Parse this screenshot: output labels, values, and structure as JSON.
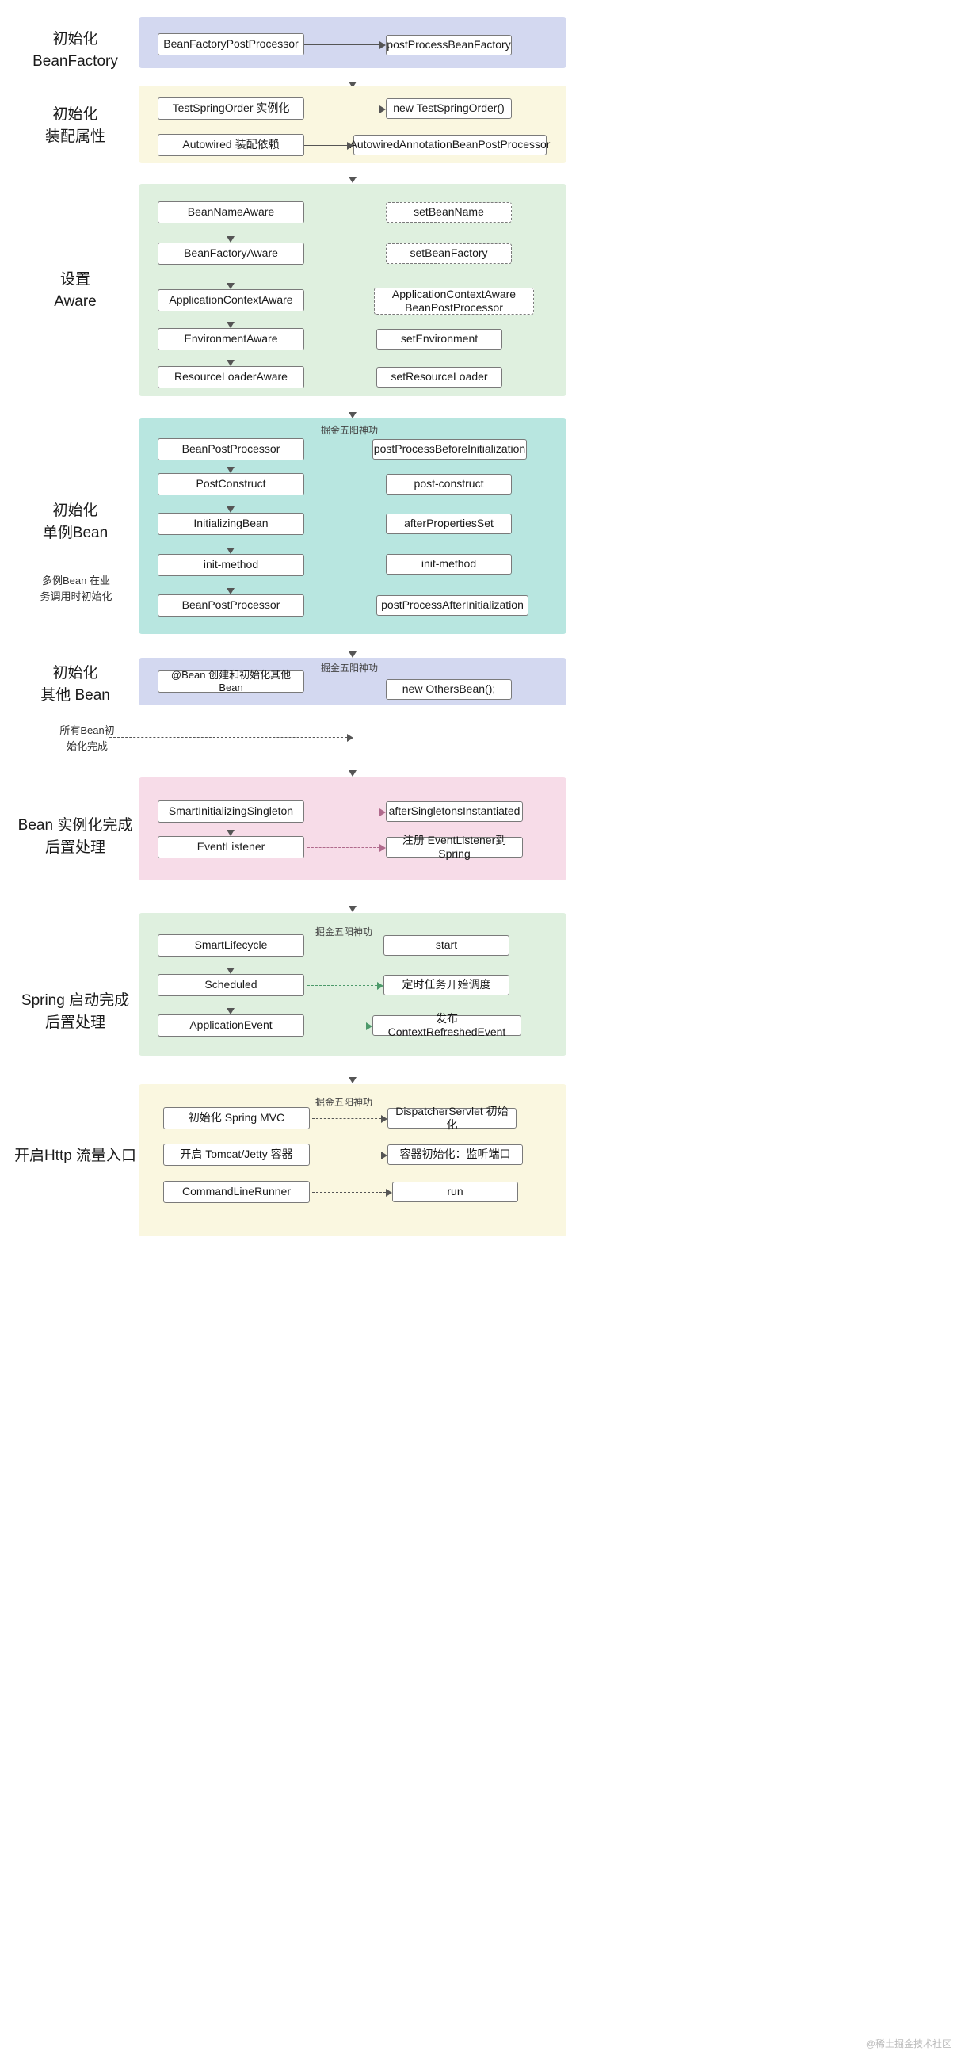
{
  "watermark": "@稀土掘金技术社区",
  "stages": [
    {
      "label": "初始化\nBeanFactory"
    },
    {
      "label": "初始化\n装配属性"
    },
    {
      "label": "设置\nAware"
    },
    {
      "label": "初始化\n单例Bean",
      "sub": "多例Bean 在业\n务调用时初始化"
    },
    {
      "label": "初始化\n其他 Bean"
    },
    {
      "label": "Bean 实例化完成\n后置处理"
    },
    {
      "label": "Spring 启动完成\n后置处理"
    },
    {
      "label": "开启Http 流量入口"
    }
  ],
  "notes": {
    "all_beans_done": "所有Bean初\n始化完成",
    "wugong_1": "掘金五阳神功",
    "wugong_2": "掘金五阳神功",
    "wugong_3": "掘金五阳神功",
    "wugong_4": "掘金五阳神功"
  },
  "sections": {
    "bean_factory": {
      "color": "#d3d8f0",
      "nodes": [
        {
          "text": "BeanFactoryPostProcessor"
        },
        {
          "text": "postProcessBeanFactory"
        }
      ]
    },
    "populate": {
      "color": "#faf7e0",
      "nodes": [
        {
          "text": "TestSpringOrder 实例化"
        },
        {
          "text": "new TestSpringOrder()"
        },
        {
          "text": "Autowired 装配依赖"
        },
        {
          "text": "AutowiredAnnotationBeanPostProcessor"
        }
      ]
    },
    "aware": {
      "color": "#dff0df",
      "left": [
        {
          "text": "BeanNameAware"
        },
        {
          "text": "BeanFactoryAware"
        },
        {
          "text": "ApplicationContextAware"
        },
        {
          "text": "EnvironmentAware"
        },
        {
          "text": "ResourceLoaderAware"
        }
      ],
      "right": [
        {
          "text": "setBeanName",
          "dashed": true
        },
        {
          "text": "setBeanFactory",
          "dashed": true
        },
        {
          "text": "ApplicationContextAware\nBeanPostProcessor",
          "dashed": true
        },
        {
          "text": "setEnvironment",
          "dashed": false
        },
        {
          "text": "setResourceLoader",
          "dashed": false
        }
      ]
    },
    "singleton_init": {
      "color": "#b8e6e0",
      "left": [
        {
          "text": "BeanPostProcessor"
        },
        {
          "text": "PostConstruct"
        },
        {
          "text": "InitializingBean"
        },
        {
          "text": "init-method"
        },
        {
          "text": "BeanPostProcessor"
        }
      ],
      "right": [
        {
          "text": "postProcessBeforeInitialization"
        },
        {
          "text": "post-construct"
        },
        {
          "text": "afterPropertiesSet"
        },
        {
          "text": "init-method"
        },
        {
          "text": "postProcessAfterInitialization"
        }
      ]
    },
    "other_beans": {
      "color": "#d3d8f0",
      "nodes": [
        {
          "text": "@Bean 创建和初始化其他 Bean"
        },
        {
          "text": "new OthersBean();"
        }
      ]
    },
    "post_instantiation": {
      "color": "#f7dce8",
      "left": [
        {
          "text": "SmartInitializingSingleton"
        },
        {
          "text": "EventListener"
        }
      ],
      "right": [
        {
          "text": "afterSingletonsInstantiated"
        },
        {
          "text": "注册 EventListener到 Spring"
        }
      ]
    },
    "startup_post": {
      "color": "#dff0df",
      "left": [
        {
          "text": "SmartLifecycle"
        },
        {
          "text": "Scheduled"
        },
        {
          "text": "ApplicationEvent"
        }
      ],
      "right": [
        {
          "text": "start"
        },
        {
          "text": "定时任务开始调度"
        },
        {
          "text": "发布 ContextRefreshedEvent"
        }
      ]
    },
    "http_entry": {
      "color": "#faf7e0",
      "left": [
        {
          "text": "初始化 Spring MVC"
        },
        {
          "text": "开启 Tomcat/Jetty  容器"
        },
        {
          "text": "CommandLineRunner"
        }
      ],
      "right": [
        {
          "text": "DispatcherServlet 初始化"
        },
        {
          "text": "容器初始化：监听端口"
        },
        {
          "text": "run"
        }
      ]
    }
  }
}
